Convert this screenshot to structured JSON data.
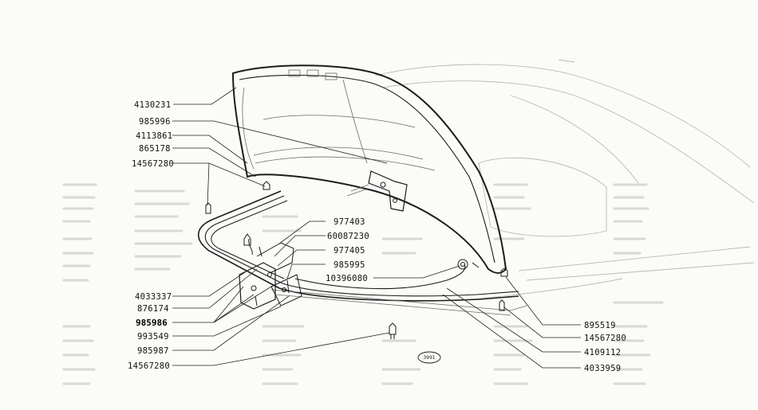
{
  "diagram": {
    "page_number": "3991",
    "left_labels": [
      {
        "id": "l1",
        "text": "4130231"
      },
      {
        "id": "l2",
        "text": "985996"
      },
      {
        "id": "l3",
        "text": "4113861"
      },
      {
        "id": "l4",
        "text": "865178"
      },
      {
        "id": "l5",
        "text": "14567280"
      },
      {
        "id": "l6",
        "text": "4033337"
      },
      {
        "id": "l7",
        "text": "876174"
      },
      {
        "id": "l8",
        "text": "985986",
        "emphasis": true
      },
      {
        "id": "l9",
        "text": "993549"
      },
      {
        "id": "l10",
        "text": "985987"
      },
      {
        "id": "l11",
        "text": "14567280"
      }
    ],
    "center_labels": [
      {
        "id": "c1",
        "text": "977403"
      },
      {
        "id": "c2",
        "text": "60087230"
      },
      {
        "id": "c3",
        "text": "977405"
      },
      {
        "id": "c4",
        "text": "985995"
      },
      {
        "id": "c5",
        "text": "10396080"
      }
    ],
    "right_labels": [
      {
        "id": "r1",
        "text": "895519"
      },
      {
        "id": "r2",
        "text": "14567280"
      },
      {
        "id": "r3",
        "text": "4109112"
      },
      {
        "id": "r4",
        "text": "4033959"
      }
    ]
  }
}
